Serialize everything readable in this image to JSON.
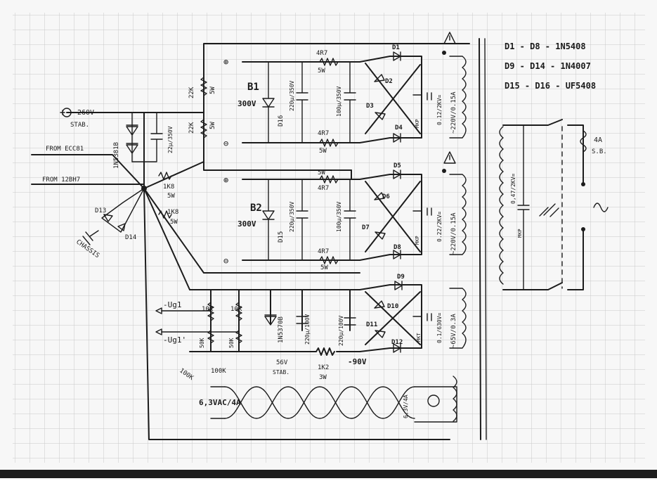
{
  "legend": {
    "line1": "D1 - D8 - 1N5408",
    "line2": "D9 - D14 - 1N4007",
    "line3": "D15 - D16 - UF5408"
  },
  "inputs": {
    "stab260": "260V",
    "stab260_sub": "STAB.",
    "from_ecc81": "FROM ECC81",
    "from_12bh7": "FROM 12BH7",
    "chassis": "CHASSIS"
  },
  "zener_stack": {
    "diode": "1N5381B",
    "cap": "22µ/350V",
    "d13": "D13",
    "d14": "D14",
    "r1": "1K8",
    "r1w": "5W",
    "r2": "1K8",
    "r2w": "5W"
  },
  "b1": {
    "label": "B1",
    "voltage": "300V",
    "r_top": "22K",
    "r_top_w": "5W",
    "r_bot": "22K",
    "r_bot_w": "5W",
    "diode": "D16",
    "cap1": "220µ/350V",
    "cap2": "100µ/350V",
    "r_series_top": "4R7",
    "r_series_top_w": "5W",
    "r_series_bot": "4R7",
    "r_series_bot_w": "5W",
    "d1": "D1",
    "d2": "D2",
    "d3": "D3",
    "d4": "D4",
    "mkp": "MKP",
    "filt_cap": "0.12/2KV=",
    "winding": "~220V/0.15A",
    "plus": "⊕",
    "minus": "⊖"
  },
  "b2": {
    "label": "B2",
    "voltage": "300V",
    "diode": "D15",
    "cap1": "220µ/350V",
    "cap2": "100µ/350V",
    "r_series_top": "4R7",
    "r_series_top_w": "5W",
    "r_series_bot": "4R7",
    "r_series_bot_w": "5W",
    "d5": "D5",
    "d6": "D6",
    "d7": "D7",
    "d8": "D8",
    "mkp": "MKP",
    "filt_cap": "0.22/2KV=",
    "winding": "~220V/0.15A",
    "plus": "⊕",
    "minus": "⊖"
  },
  "bias": {
    "ug1a": "-Ug1",
    "ug1b": "-Ug1'",
    "r10k_a": "10K",
    "r10k_b": "10K",
    "pot50k_a": "50K",
    "pot50k_b": "50K",
    "r100k_a": "100K",
    "r100k_b": "100K",
    "zener": "1N5370B",
    "zener_v": "56V",
    "zener_v_sub": "STAB.",
    "cap_a": "220µ/100V",
    "cap_b": "220µ/100V",
    "r1k2": "1K2",
    "r1k2_w": "3W",
    "neg90": "-90V",
    "d9": "D9",
    "d10": "D10",
    "d11": "D11",
    "d12": "D12",
    "mkt": "MKT",
    "filt_cap": "0.1/630V=",
    "winding": "~65V/0.3A"
  },
  "heater": {
    "label": "6,3VAC/4A",
    "winding": "6,3V/4A"
  },
  "primary": {
    "cap": "0,47/2KV=",
    "mkp": "MKP",
    "fuse": "4A",
    "fuse_sub": "S.B."
  }
}
